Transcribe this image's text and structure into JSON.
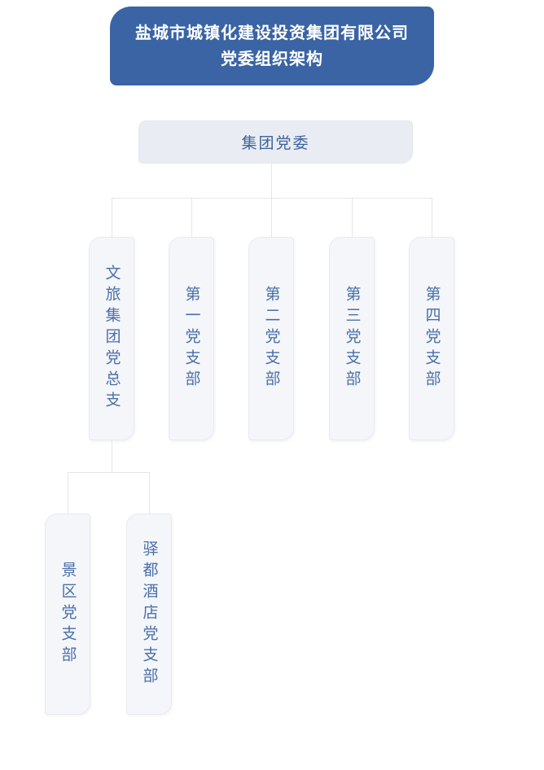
{
  "header": {
    "title_line1": "盐城市城镇化建设投资集团有限公司",
    "title_line2": "党委组织架构"
  },
  "root": {
    "label": "集团党委"
  },
  "level1": [
    {
      "label": "文旅集团党总支"
    },
    {
      "label": "第一党支部"
    },
    {
      "label": "第二党支部"
    },
    {
      "label": "第三党支部"
    },
    {
      "label": "第四党支部"
    }
  ],
  "level2": [
    {
      "label": "景区党支部"
    },
    {
      "label": "驿都酒店党支部"
    }
  ],
  "colors": {
    "header_bg": "#3a64a4",
    "header_text": "#ffffff",
    "root_bg": "#e9edf3",
    "node_bg": "#f4f6fa",
    "node_border": "#e7eaf1",
    "node_text": "#4a6fa8",
    "line": "#e3e6ec",
    "page_bg": "#ffffff"
  }
}
